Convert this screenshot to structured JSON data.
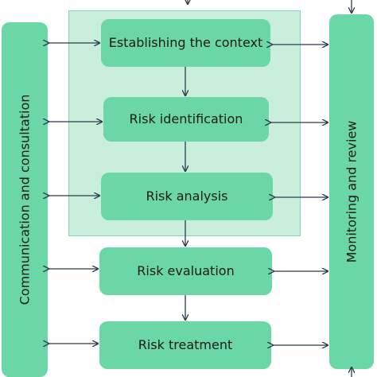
{
  "diagram": {
    "steps": [
      {
        "label": "Establishing the context"
      },
      {
        "label": "Risk identification"
      },
      {
        "label": "Risk analysis"
      },
      {
        "label": "Risk evaluation"
      },
      {
        "label": "Risk treatment"
      }
    ],
    "left_bar": {
      "label": "Communication and consultation"
    },
    "right_bar": {
      "label": "Monitoring and review"
    },
    "colors": {
      "box_fill": "#6bd6a6",
      "panel_fill": "#c9efdc",
      "panel_border": "#7fd8b0",
      "arrow": "#2b3a4a"
    }
  }
}
